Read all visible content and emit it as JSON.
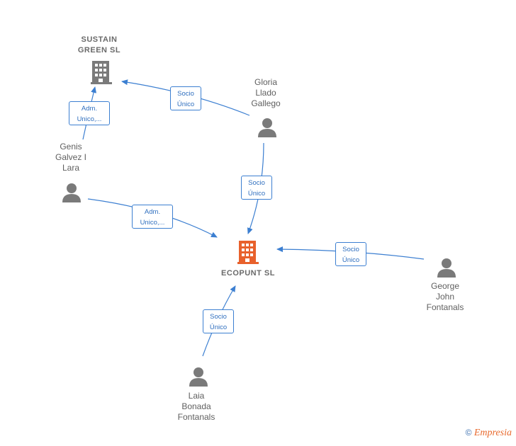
{
  "nodes": {
    "sustain": {
      "label": "SUSTAIN\nGREEN  SL",
      "type": "company"
    },
    "ecopunt": {
      "label": "ECOPUNT  SL",
      "type": "company-main"
    },
    "gloria": {
      "label": "Gloria\nLlado\nGallego",
      "type": "person"
    },
    "genis": {
      "label": "Genis\nGalvez I\nLara",
      "type": "person"
    },
    "george": {
      "label": "George\nJohn\nFontanals",
      "type": "person"
    },
    "laia": {
      "label": "Laia\nBonada\nFontanals",
      "type": "person"
    }
  },
  "edges": {
    "gloria_sustain": "Socio\nÚnico",
    "genis_sustain": "Adm.\nUnico,...",
    "gloria_ecopunt": "Socio\nÚnico",
    "genis_ecopunt": "Adm.\nUnico,...",
    "george_ecopunt": "Socio\nÚnico",
    "laia_ecopunt": "Socio\nÚnico"
  },
  "footer": {
    "copyright": "©",
    "brand": "Empresia"
  },
  "colors": {
    "edge": "#3c7fd1",
    "company": "#7a7a7a",
    "company_main": "#e8612c",
    "person": "#7a7a7a"
  },
  "icons": {
    "company": "building-icon",
    "person": "person-icon"
  }
}
